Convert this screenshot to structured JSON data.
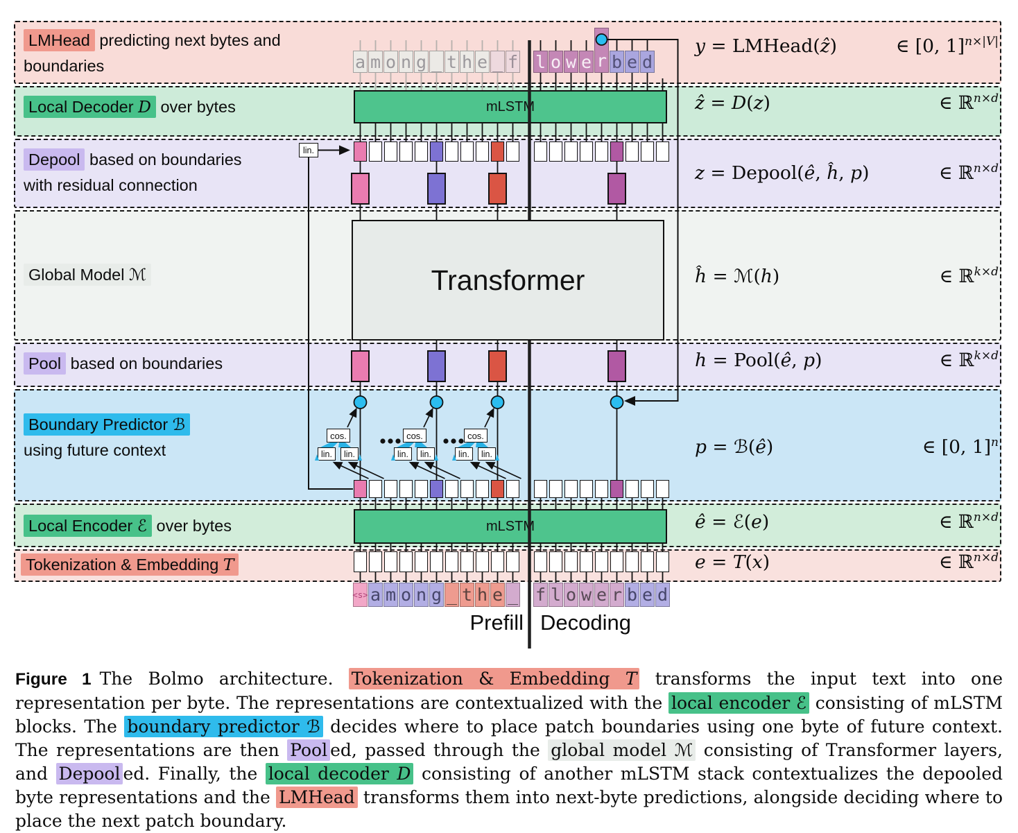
{
  "figure": {
    "bands": [
      {
        "id": "lmhead",
        "label_lines": [
          [
            {
              "t": "LMHead",
              "hl": "salmon"
            },
            {
              "t": " predicting next bytes and"
            }
          ],
          [
            {
              "t": "boundaries"
            }
          ]
        ],
        "formula": {
          "lhs": [
            {
              "t": "y",
              "it": 1
            },
            {
              "t": " = LMHead("
            },
            {
              "t": "ẑ",
              "it": 1
            },
            {
              "t": ")"
            }
          ],
          "mem": "∈ [0, 1]",
          "sup": "n×|V|"
        }
      },
      {
        "id": "decoder",
        "label_lines": [
          [
            {
              "t": "Local Decoder ",
              "hl": "green"
            },
            {
              "t": "D",
              "hl": "green",
              "scr": 1
            },
            {
              "t": " over bytes"
            }
          ]
        ],
        "formula": {
          "lhs": [
            {
              "t": "ẑ",
              "it": 1
            },
            {
              "t": " = "
            },
            {
              "t": "D",
              "scr": 1
            },
            {
              "t": "("
            },
            {
              "t": "z",
              "it": 1
            },
            {
              "t": ")"
            }
          ],
          "mem": "∈ ℝ",
          "sup": "n×d"
        }
      },
      {
        "id": "depool",
        "label_lines": [
          [
            {
              "t": "Depool",
              "hl": "purple"
            },
            {
              "t": " based on boundaries"
            }
          ],
          [
            {
              "t": "with residual connection"
            }
          ]
        ],
        "formula": {
          "lhs": [
            {
              "t": "z",
              "it": 1
            },
            {
              "t": " = Depool("
            },
            {
              "t": "ê",
              "it": 1
            },
            {
              "t": ", "
            },
            {
              "t": "ĥ",
              "it": 1
            },
            {
              "t": ", "
            },
            {
              "t": "p",
              "it": 1
            },
            {
              "t": ")"
            }
          ],
          "mem": "∈ ℝ",
          "sup": "n×d"
        }
      },
      {
        "id": "global",
        "label_lines": [
          [
            {
              "t": "Global Model ",
              "hl": "gray"
            },
            {
              "t": "ℳ",
              "hl": "gray"
            }
          ]
        ],
        "formula": {
          "lhs": [
            {
              "t": "ĥ",
              "it": 1
            },
            {
              "t": " = ℳ("
            },
            {
              "t": "h",
              "it": 1
            },
            {
              "t": ")"
            }
          ],
          "mem": "∈ ℝ",
          "sup": "k×d"
        }
      },
      {
        "id": "pool",
        "label_lines": [
          [
            {
              "t": "Pool",
              "hl": "purple"
            },
            {
              "t": " based on boundaries"
            }
          ]
        ],
        "formula": {
          "lhs": [
            {
              "t": "h",
              "it": 1
            },
            {
              "t": " = Pool("
            },
            {
              "t": "ê",
              "it": 1
            },
            {
              "t": ", "
            },
            {
              "t": "p",
              "it": 1
            },
            {
              "t": ")"
            }
          ],
          "mem": "∈ ℝ",
          "sup": "k×d"
        }
      },
      {
        "id": "boundary",
        "label_lines": [
          [
            {
              "t": "Boundary Predictor ",
              "hl": "cyan"
            },
            {
              "t": "ℬ",
              "hl": "cyan"
            }
          ],
          [
            {
              "t": "using future context"
            }
          ]
        ],
        "formula": {
          "lhs": [
            {
              "t": "p",
              "it": 1
            },
            {
              "t": " = ℬ("
            },
            {
              "t": "ê",
              "it": 1
            },
            {
              "t": ")"
            }
          ],
          "mem": "∈ [0, 1]",
          "sup": "n"
        }
      },
      {
        "id": "encoder",
        "label_lines": [
          [
            {
              "t": "Local Encoder ",
              "hl": "green"
            },
            {
              "t": "ℰ",
              "hl": "green"
            },
            {
              "t": " over bytes"
            }
          ]
        ],
        "formula": {
          "lhs": [
            {
              "t": "ê",
              "it": 1
            },
            {
              "t": " = ℰ("
            },
            {
              "t": "e",
              "it": 1
            },
            {
              "t": ")"
            }
          ],
          "mem": "∈ ℝ",
          "sup": "n×d"
        }
      },
      {
        "id": "tokenization",
        "label_lines": [
          [
            {
              "t": "Tokenization & Embedding ",
              "hl": "salmon"
            },
            {
              "t": "T",
              "hl": "salmon",
              "scr": 1
            }
          ]
        ],
        "formula": {
          "lhs": [
            {
              "t": "e",
              "it": 1
            },
            {
              "t": " = "
            },
            {
              "t": "T",
              "scr": 1
            },
            {
              "t": "("
            },
            {
              "t": "x",
              "it": 1
            },
            {
              "t": ")"
            }
          ],
          "mem": "∈ ℝ",
          "sup": "n×d"
        }
      }
    ],
    "decoder_block": "mLSTM",
    "encoder_block": "mLSTM",
    "global_block": "Transformer",
    "lin_residual": "lin.",
    "unit_cos": "cos.",
    "unit_lin": "lin.",
    "prefill": "Prefill",
    "decoding": "Decoding",
    "top_row": {
      "tall_index": 15,
      "cells": [
        {
          "ch": "a",
          "grp": "pre"
        },
        {
          "ch": "m",
          "grp": "pre"
        },
        {
          "ch": "o",
          "grp": "pre"
        },
        {
          "ch": "n",
          "grp": "pre"
        },
        {
          "ch": "g",
          "grp": "pre"
        },
        {
          "ch": "_",
          "grp": "pre"
        },
        {
          "ch": "t",
          "grp": "pre"
        },
        {
          "ch": "h",
          "grp": "pre"
        },
        {
          "ch": "e",
          "grp": "pre"
        },
        {
          "ch": "_",
          "grp": "prepink"
        },
        {
          "ch": "f",
          "grp": "prepink"
        },
        {
          "ch": "l",
          "grp": "mauve"
        },
        {
          "ch": "o",
          "grp": "mauve"
        },
        {
          "ch": "w",
          "grp": "mauve"
        },
        {
          "ch": "e",
          "grp": "mauve"
        },
        {
          "ch": "r",
          "grp": "mauve"
        },
        {
          "ch": "b",
          "grp": "peri"
        },
        {
          "ch": "e",
          "grp": "peri"
        },
        {
          "ch": "d",
          "grp": "peri"
        }
      ]
    },
    "bottom_row": {
      "cells": [
        {
          "ch": "<s>",
          "grp": "pink"
        },
        {
          "ch": "a",
          "grp": "peri2"
        },
        {
          "ch": "m",
          "grp": "peri2"
        },
        {
          "ch": "o",
          "grp": "peri2"
        },
        {
          "ch": "n",
          "grp": "peri2"
        },
        {
          "ch": "g",
          "grp": "peri2"
        },
        {
          "ch": "_",
          "grp": "salmon2"
        },
        {
          "ch": "t",
          "grp": "salmon2"
        },
        {
          "ch": "h",
          "grp": "salmon2"
        },
        {
          "ch": "e",
          "grp": "salmon2"
        },
        {
          "ch": "_",
          "grp": "mauve2"
        },
        {
          "ch": "f",
          "grp": "mauve2"
        },
        {
          "ch": "l",
          "grp": "mauve2"
        },
        {
          "ch": "o",
          "grp": "mauve2"
        },
        {
          "ch": "w",
          "grp": "mauve2"
        },
        {
          "ch": "e",
          "grp": "mauve2"
        },
        {
          "ch": "r",
          "grp": "mauve2"
        },
        {
          "ch": "b",
          "grp": "peri2"
        },
        {
          "ch": "e",
          "grp": "peri2"
        },
        {
          "ch": "d",
          "grp": "peri2"
        }
      ]
    },
    "patch_slots": [
      {
        "slot": 0,
        "color": "pink"
      },
      {
        "slot": 5,
        "color": "purple"
      },
      {
        "slot": 9,
        "color": "red"
      },
      {
        "slot": 16,
        "color": "magenta"
      }
    ],
    "unit_slots": [
      0,
      5,
      9
    ]
  },
  "caption": {
    "tag": "Figure 1",
    "segments": [
      {
        "t": "The Bolmo architecture.  "
      },
      {
        "t": "Tokenization & Embedding ",
        "hl": "salmon"
      },
      {
        "t": "T",
        "hl": "salmon",
        "scr": 1
      },
      {
        "t": " transforms the input text into one representation per byte.  The representations are contextualized with the "
      },
      {
        "t": "local encoder ",
        "hl": "green"
      },
      {
        "t": "ℰ",
        "hl": "green"
      },
      {
        "t": " consisting of mLSTM blocks.  The "
      },
      {
        "t": "boundary predictor ",
        "hl": "cyan"
      },
      {
        "t": "ℬ",
        "hl": "cyan"
      },
      {
        "t": " decides where to place patch boundaries using one byte of future context.  The representations are then "
      },
      {
        "t": "Pool",
        "hl": "purple"
      },
      {
        "t": "ed, passed through the "
      },
      {
        "t": "global model ",
        "hl": "gray"
      },
      {
        "t": "ℳ",
        "hl": "gray"
      },
      {
        "t": " consisting of Transformer layers, and "
      },
      {
        "t": "Depool",
        "hl": "purple"
      },
      {
        "t": "ed.  Finally, the "
      },
      {
        "t": "local decoder ",
        "hl": "green"
      },
      {
        "t": "D",
        "hl": "green",
        "scr": 1
      },
      {
        "t": " consisting of another mLSTM stack contextualizes the depooled byte representations and the "
      },
      {
        "t": "LMHead",
        "hl": "salmon"
      },
      {
        "t": " transforms them into next-byte predictions, alongside deciding where to place the next patch boundary."
      }
    ]
  },
  "colors": {
    "highlights": {
      "salmon": "#f0998d",
      "green": "#47c189",
      "cyan": "#2fbbec",
      "purple": "#c9b9ef",
      "gray": "#e8ece9"
    },
    "patches": {
      "pink": "#e97cb0",
      "purple": "#7d72d3",
      "red": "#da5544",
      "magenta": "#b159a3"
    },
    "circle": "#2bbdf0",
    "mlstm": "#4ec48d",
    "transformer_fill": "#e7ebe9",
    "bands": {
      "lmhead": "#f9dcd8",
      "decoder": "#cdebd9",
      "depool": "#e8e4f6",
      "global": "#f0f3f1",
      "pool": "#e8e4f6",
      "boundary": "#cbe6f6",
      "encoder": "#d2edda",
      "tokenization": "#f9e1de"
    },
    "cell_groups": {
      "pre": {
        "bg": "#eceae6",
        "fg": "#9b989c"
      },
      "prepink": {
        "bg": "#eed9de",
        "fg": "#9b8f98"
      },
      "mauve": {
        "bg": "#c487b6",
        "fg": "#f7eef5"
      },
      "peri": {
        "bg": "#aaa6df",
        "fg": "#535178"
      },
      "pink": {
        "bg": "#f2a7c7",
        "fg": "#b04479"
      },
      "peri2": {
        "bg": "#b2aee4",
        "fg": "#46466a"
      },
      "salmon2": {
        "bg": "#ee9b8f",
        "fg": "#59413d"
      },
      "mauve2": {
        "bg": "#d3abce",
        "fg": "#584a56"
      }
    }
  }
}
